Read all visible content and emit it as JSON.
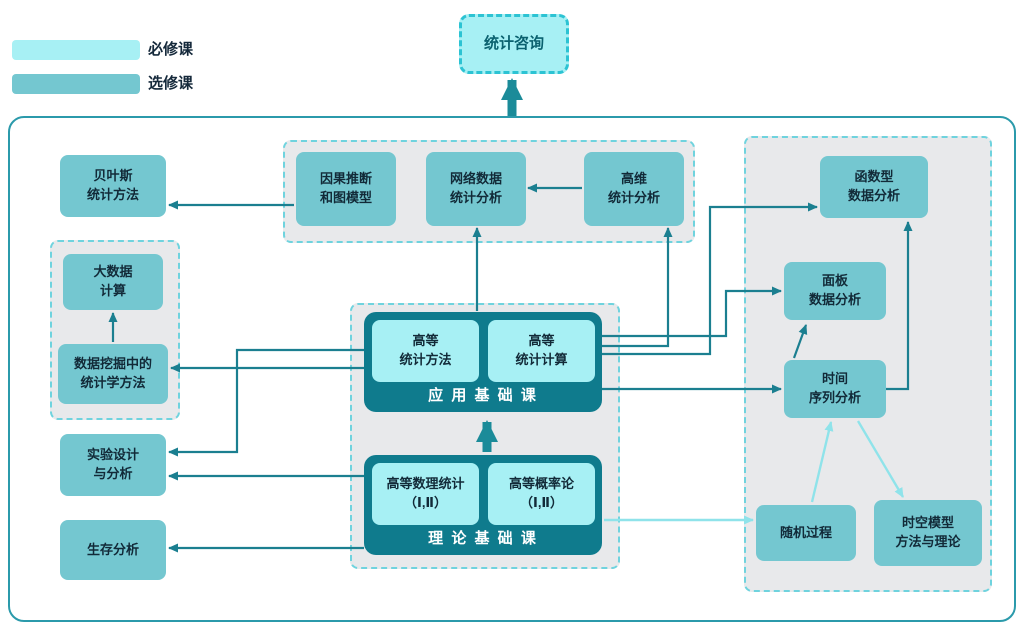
{
  "legend": {
    "required": "必修课",
    "elective": "选修课"
  },
  "groups": {
    "applied": "应 用 基 础 课",
    "theory": "理 论 基 础 课"
  },
  "nodes": {
    "consulting": "统计咨询",
    "bayes": "贝叶斯\n统计方法",
    "bigdata": "大数据\n计算",
    "datamining": "数据挖掘中的\n统计学方法",
    "doe": "实验设计\n与分析",
    "survival": "生存分析",
    "causal": "因果推断\n和图模型",
    "network": "网络数据\n统计分析",
    "highdim": "高维\n统计分析",
    "advmethods": "高等\n统计方法",
    "advcomputing": "高等\n统计计算",
    "mathstat": "高等数理统计\n（Ⅰ,Ⅱ）",
    "probability": "高等概率论\n（Ⅰ,Ⅱ）",
    "functional": "函数型\n数据分析",
    "panel": "面板\n数据分析",
    "timeseries": "时间\n序列分析",
    "stochastic": "随机过程",
    "spatiotemporal": "时空模型\n方法与理论"
  },
  "colors": {
    "required_fill": "#a7f0f4",
    "elective_fill": "#74c7d0",
    "group_fill": "#0f7b8d",
    "frame_border": "#2b9aab",
    "arrow": "#1b7f90",
    "arrow_light": "#8fe3ea"
  },
  "edges": [
    {
      "from": "理论基础课",
      "to": "应用基础课"
    },
    {
      "from": "应用基础课",
      "to": "统计咨询"
    },
    {
      "from": "高等统计方法",
      "to": "网络数据统计分析"
    },
    {
      "from": "高等统计计算",
      "to": "高维统计分析"
    },
    {
      "from": "高维统计分析",
      "to": "网络数据统计分析"
    },
    {
      "from": "应用基础课",
      "to": "函数型数据分析"
    },
    {
      "from": "应用基础课",
      "to": "面板数据分析"
    },
    {
      "from": "应用基础课",
      "to": "时间序列分析"
    },
    {
      "from": "时间序列分析",
      "to": "面板数据分析"
    },
    {
      "from": "时间序列分析",
      "to": "函数型数据分析"
    },
    {
      "from": "高等概率论",
      "to": "随机过程"
    },
    {
      "from": "随机过程",
      "to": "时间序列分析"
    },
    {
      "from": "时间序列分析",
      "to": "时空模型方法与理论"
    },
    {
      "from": "因果推断和图模型",
      "to": "贝叶斯统计方法"
    },
    {
      "from": "应用基础课",
      "to": "数据挖掘中的统计学方法"
    },
    {
      "from": "应用基础课",
      "to": "实验设计与分析"
    },
    {
      "from": "理论基础课",
      "to": "实验设计与分析"
    },
    {
      "from": "理论基础课",
      "to": "生存分析"
    },
    {
      "from": "数据挖掘中的统计学方法",
      "to": "大数据计算"
    }
  ]
}
